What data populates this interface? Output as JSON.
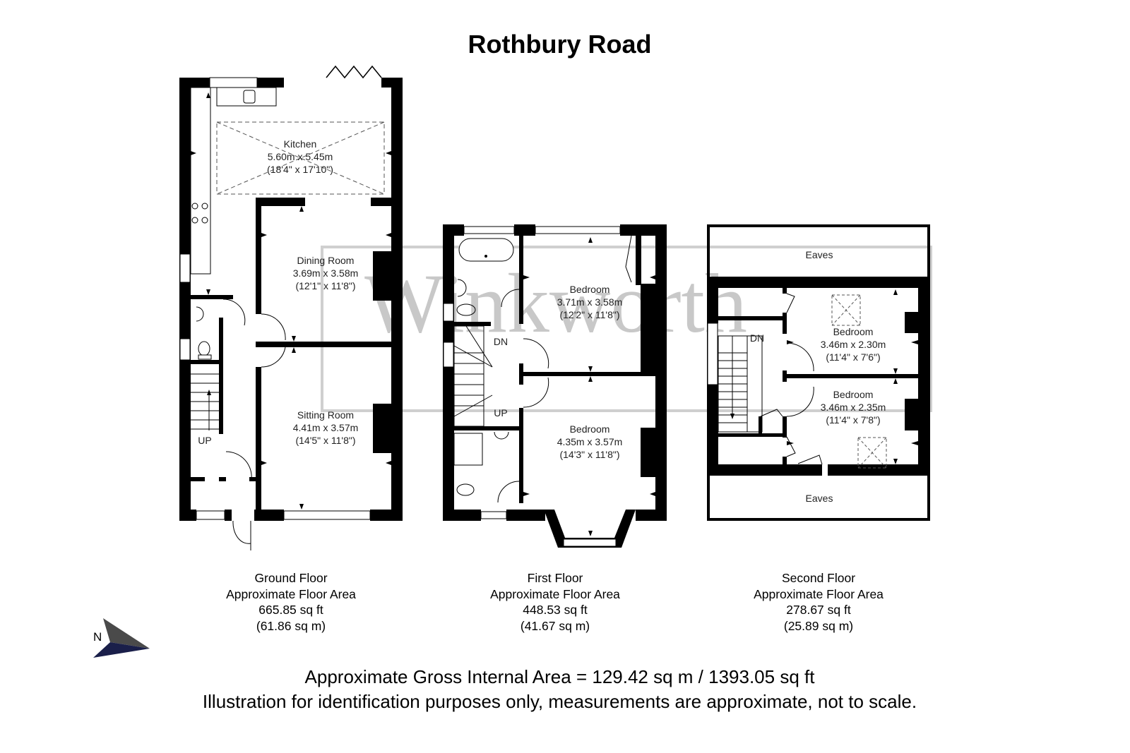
{
  "title": "Rothbury Road",
  "watermark": "Winkworth",
  "compass": {
    "label": "N",
    "icon": "north-arrow-icon"
  },
  "floors": [
    {
      "name": "Ground Floor",
      "area_label": "Approximate Floor Area",
      "sq_ft": "665.85 sq ft",
      "sq_m": "(61.86 sq m)",
      "rooms": [
        {
          "name": "Kitchen",
          "metric": "5.60m x 5.45m",
          "imperial": "(18'4\" x 17'10\")"
        },
        {
          "name": "Dining Room",
          "metric": "3.69m x 3.58m",
          "imperial": "(12'1\" x 11'8\")"
        },
        {
          "name": "Sitting Room",
          "metric": "4.41m x 3.57m",
          "imperial": "(14'5\" x 11'8\")"
        }
      ],
      "stair_label": "UP"
    },
    {
      "name": "First Floor",
      "area_label": "Approximate Floor Area",
      "sq_ft": "448.53 sq ft",
      "sq_m": "(41.67 sq m)",
      "rooms": [
        {
          "name": "Bedroom",
          "metric": "3.71m x 3.58m",
          "imperial": "(12'2\" x 11'8\")"
        },
        {
          "name": "Bedroom",
          "metric": "4.35m x 3.57m",
          "imperial": "(14'3\" x 11'8\")"
        }
      ],
      "stair_down_label": "DN",
      "stair_up_label": "UP"
    },
    {
      "name": "Second Floor",
      "area_label": "Approximate Floor Area",
      "sq_ft": "278.67 sq ft",
      "sq_m": "(25.89 sq m)",
      "rooms": [
        {
          "name": "Bedroom",
          "metric": "3.46m x 2.30m",
          "imperial": "(11'4\" x 7'6\")"
        },
        {
          "name": "Bedroom",
          "metric": "3.46m x 2.35m",
          "imperial": "(11'4\" x 7'8\")"
        }
      ],
      "eaves_top": "Eaves",
      "eaves_bottom": "Eaves",
      "stair_down_label": "DN"
    }
  ],
  "footer": {
    "gross_area": "Approximate Gross Internal Area = 129.42 sq m / 1393.05 sq ft",
    "disclaimer": "Illustration for identification purposes only, measurements are approximate, not to scale."
  },
  "colors": {
    "wall": "#000000",
    "watermark": "#c8c8c8",
    "compass_top": "#4a4a4a",
    "compass_bottom": "#1a1f4a"
  }
}
